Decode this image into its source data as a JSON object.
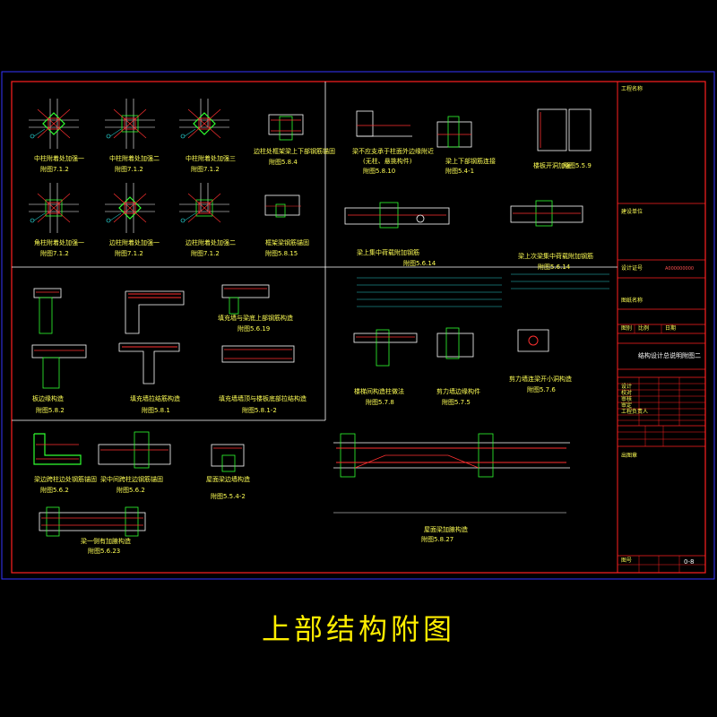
{
  "sheet_title": "上部结构附图",
  "details": [
    {
      "id": "d1",
      "caption": "中柱附着处加强一",
      "ref": "附图7.1.2"
    },
    {
      "id": "d2",
      "caption": "中柱附着处加强二",
      "ref": "附图7.1.2"
    },
    {
      "id": "d3",
      "caption": "中柱附着处加强三",
      "ref": "附图7.1.2"
    },
    {
      "id": "d4",
      "caption": "边柱处框架梁上下部钢筋锚固",
      "ref": "附图5.8.4"
    },
    {
      "id": "d5",
      "caption": "角柱附着处加强一",
      "ref": "附图7.1.2"
    },
    {
      "id": "d6",
      "caption": "边柱附着处加强一",
      "ref": "附图7.1.2"
    },
    {
      "id": "d7",
      "caption": "边柱附着处加强二",
      "ref": "附图7.1.2"
    },
    {
      "id": "d8",
      "caption": "框架梁钢筋锚固",
      "ref": "附图5.8.15"
    },
    {
      "id": "d9",
      "caption": "填充墙与梁底上部钢筋构造",
      "ref": "附图5.6.19"
    },
    {
      "id": "d10",
      "caption": "板边缘构造",
      "ref": "附图5.8.2"
    },
    {
      "id": "d11",
      "caption": "填充墙拉结筋构造",
      "ref": "附图5.8.1"
    },
    {
      "id": "d12",
      "caption": "填充墙墙顶与楼板底部拉结构造",
      "ref": "附图5.8.1-2"
    },
    {
      "id": "d13",
      "caption": "梁不应支承于柱面外边缘附近",
      "ref": "附图5.8.10"
    },
    {
      "id": "d13b",
      "caption": "(无柱、悬挑构件)",
      "ref": ""
    },
    {
      "id": "d14",
      "caption": "梁上下部钢筋连接",
      "ref": "附图5.4-1"
    },
    {
      "id": "d15",
      "caption": "楼板开洞加强",
      "ref": "附图5.5.9"
    },
    {
      "id": "d16",
      "caption": "梁上集中荷载附加钢筋",
      "ref": "附图5.6.14"
    },
    {
      "id": "d17",
      "caption": "梁上次梁集中荷载附加钢筋",
      "ref": "附图5.6.14"
    },
    {
      "id": "d18",
      "caption": "楼梯间构造柱做法",
      "ref": "附图5.7.8"
    },
    {
      "id": "d19",
      "caption": "剪力墙边缘构件",
      "ref": "附图5.7.5"
    },
    {
      "id": "d20",
      "caption": "剪力墙连梁开小洞构造",
      "ref": "附图5.7.6"
    },
    {
      "id": "d21",
      "caption": "梁边跨柱边处钢筋锚固",
      "ref": "附图5.6.2"
    },
    {
      "id": "d22",
      "caption": "梁中间跨柱边钢筋锚固",
      "ref": "附图5.6.2"
    },
    {
      "id": "d23",
      "caption": "屋面梁边墙构造",
      "ref": "附图5.5.4-2"
    },
    {
      "id": "d24",
      "caption": "梁一侧有加腋构造",
      "ref": "附图5.6.23"
    },
    {
      "id": "d25",
      "caption": "屋面梁加腋构造",
      "ref": "附图5.8.27"
    }
  ],
  "title_block": {
    "rows": [
      "工程名称",
      "建设单位",
      "图纸名称",
      "设计",
      "校对",
      "审核",
      "审定",
      "工程负责人"
    ],
    "drawing_name": "结构设计总说明附图二",
    "label_chart": "图别",
    "label_scale": "比例",
    "label_date": "日期",
    "label_no": "图号",
    "drawing_number": "0-8",
    "sign_stamp": "出图章",
    "code_label": "设计证号",
    "code_value": "A000000000"
  },
  "colors": {
    "frame": "#3333ff",
    "border": "#ff2020",
    "caption": "#ffff55",
    "detail_red": "#ff3030",
    "detail_green": "#30ff30",
    "detail_cyan": "#30ffff",
    "detail_white": "#ffffff"
  }
}
